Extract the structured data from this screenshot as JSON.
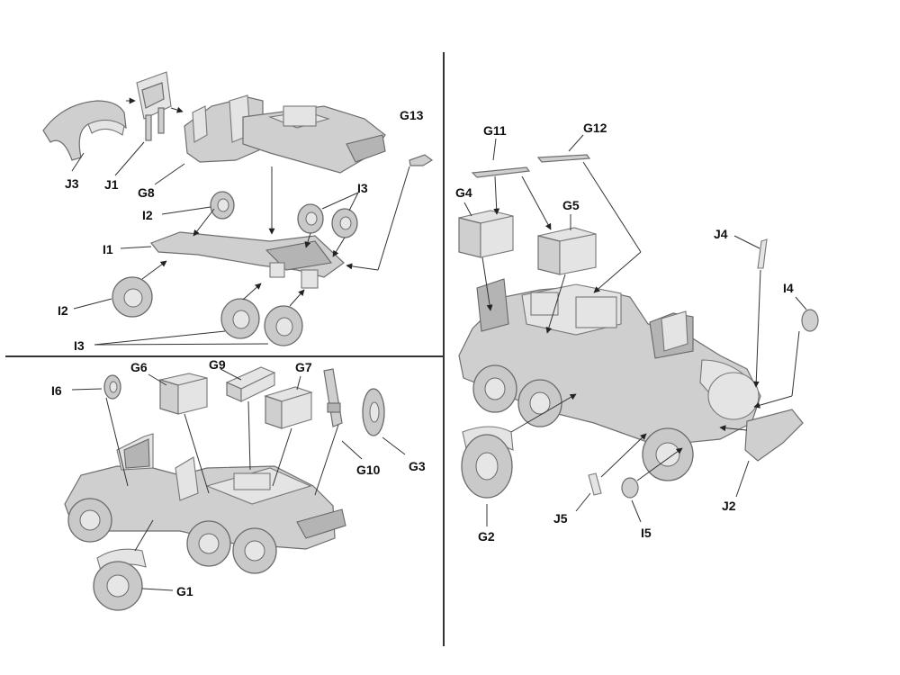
{
  "labels": {
    "J3": "J3",
    "J1": "J1",
    "G8": "G8",
    "G13": "G13",
    "I2_top": "I2",
    "I3_top": "I3",
    "I1": "I1",
    "I2_bottom": "I2",
    "I3_bottom": "I3",
    "G6": "G6",
    "G9": "G9",
    "G7": "G7",
    "I6": "I6",
    "G10": "G10",
    "G3": "G3",
    "G1": "G1",
    "G11": "G11",
    "G12": "G12",
    "G4": "G4",
    "G5": "G5",
    "J4": "J4",
    "I4": "I4",
    "G2": "G2",
    "J5": "J5",
    "I5": "I5",
    "J2": "J2"
  }
}
